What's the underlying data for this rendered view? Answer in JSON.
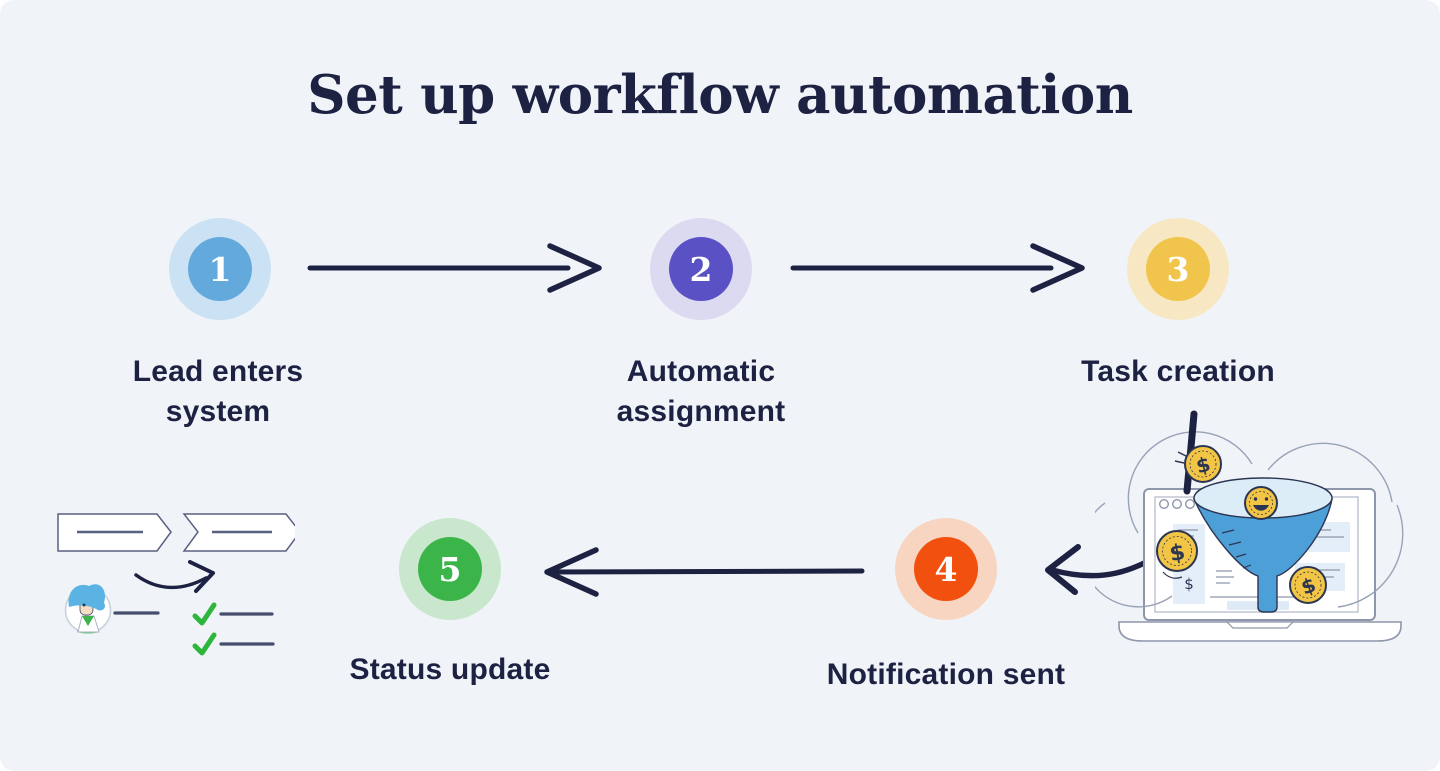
{
  "title": "Set up workflow automation",
  "theme": {
    "background": "#f0f4f9",
    "text_color": "#1d2142",
    "arrow_color": "#1d2142"
  },
  "steps": [
    {
      "number": "1",
      "label": "Lead enters\nsystem",
      "circle_color": "#64a9dc",
      "ring_color": "#cbe2f4"
    },
    {
      "number": "2",
      "label": "Automatic\nassignment",
      "circle_color": "#5a51c4",
      "ring_color": "#dcdaf1"
    },
    {
      "number": "3",
      "label": "Task creation",
      "circle_color": "#f1c54b",
      "ring_color": "#f7e8c3"
    },
    {
      "number": "4",
      "label": "Notification sent",
      "circle_color": "#f1500e",
      "ring_color": "#f8d5c1"
    },
    {
      "number": "5",
      "label": "Status update",
      "circle_color": "#3bb54a",
      "ring_color": "#c8e7cc"
    }
  ],
  "arrows": [
    {
      "from": "1",
      "to": "2",
      "direction": "right"
    },
    {
      "from": "2",
      "to": "3",
      "direction": "right"
    },
    {
      "from": "funnel-illustration",
      "to": "4",
      "direction": "left-curved"
    },
    {
      "from": "4",
      "to": "5",
      "direction": "left"
    }
  ],
  "illustrations": {
    "funnel": {
      "name": "lead-funnel-on-laptop",
      "funnel_color": "#4d9fd8",
      "funnel_top_color": "#dcedf8",
      "coin_color": "#f3c544",
      "coin_symbol": "$",
      "outline_color": "#8d96ab"
    },
    "checklist": {
      "name": "status-checklist",
      "check_color": "#2db53c",
      "hair_color": "#5bb3e4"
    }
  }
}
